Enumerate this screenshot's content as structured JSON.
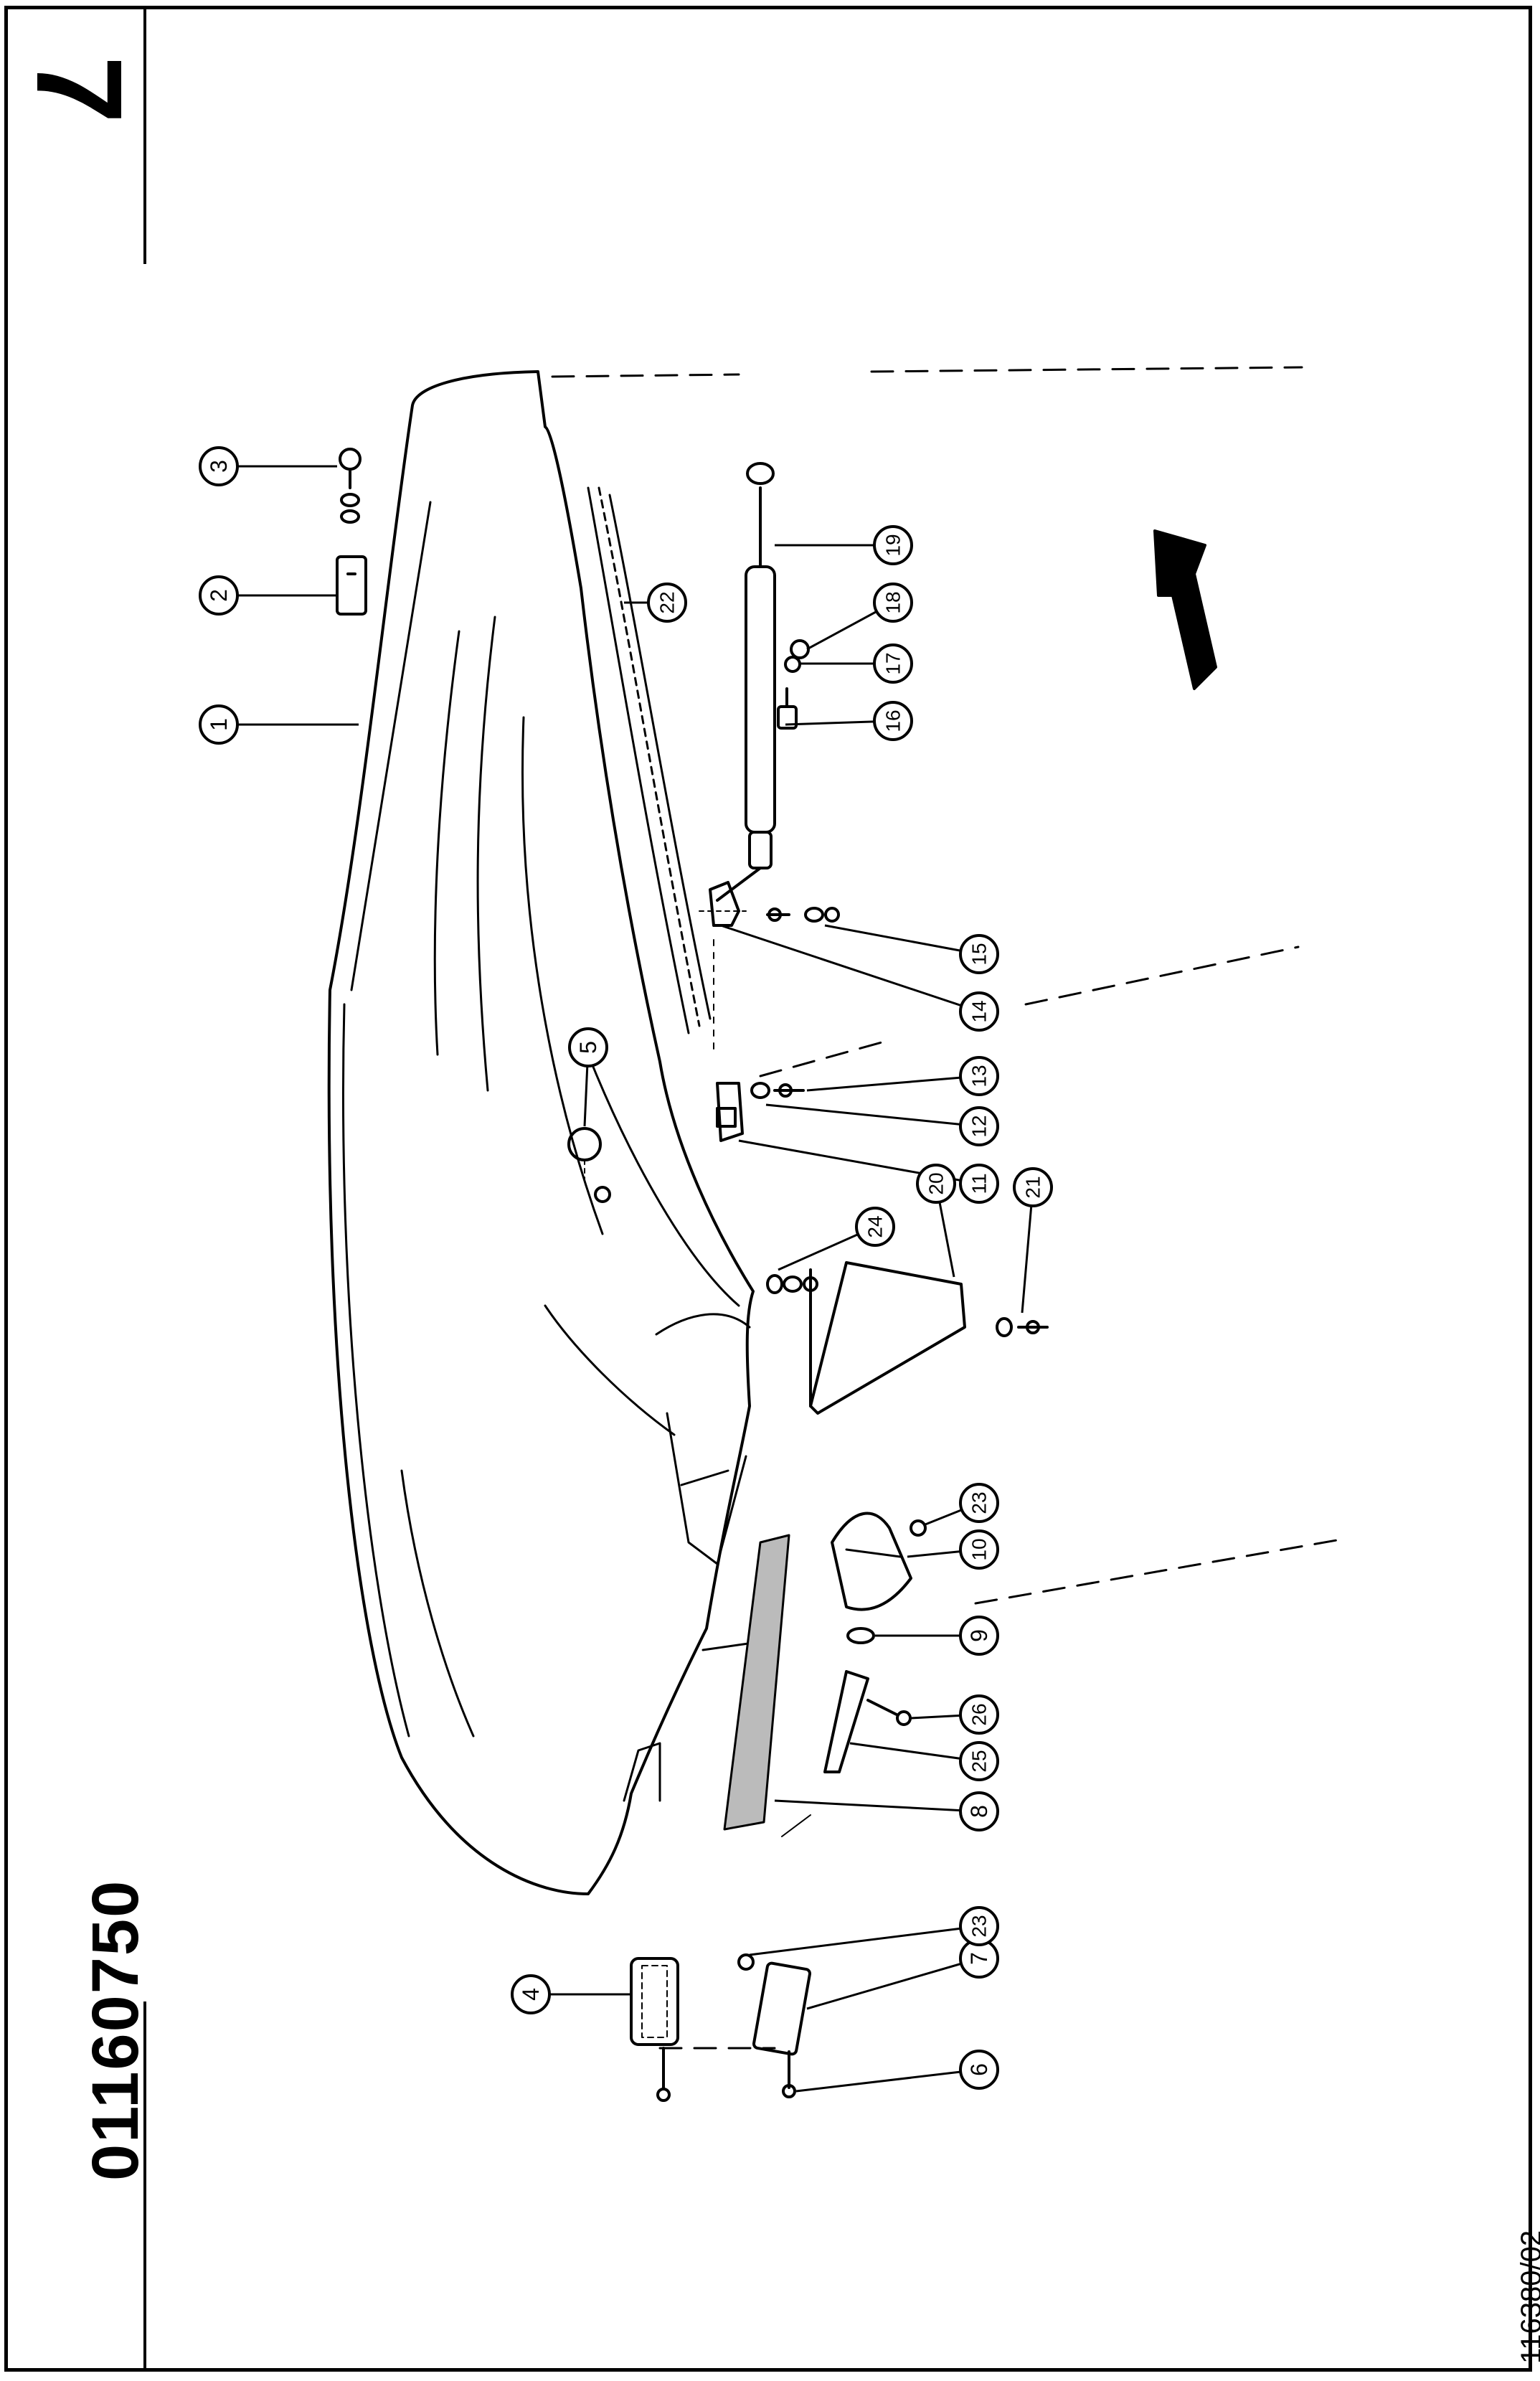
{
  "page_number": "7",
  "document_number": "01160750",
  "drawing_reference": "116380/02",
  "callouts": [
    {
      "id": "c1",
      "label": "1"
    },
    {
      "id": "c2",
      "label": "2"
    },
    {
      "id": "c3",
      "label": "3"
    },
    {
      "id": "c4",
      "label": "4"
    },
    {
      "id": "c5",
      "label": "5"
    },
    {
      "id": "c6",
      "label": "6"
    },
    {
      "id": "c7",
      "label": "7"
    },
    {
      "id": "c8",
      "label": "8"
    },
    {
      "id": "c9",
      "label": "9"
    },
    {
      "id": "c10",
      "label": "10"
    },
    {
      "id": "c11",
      "label": "11"
    },
    {
      "id": "c12",
      "label": "12"
    },
    {
      "id": "c13",
      "label": "13"
    },
    {
      "id": "c14",
      "label": "14"
    },
    {
      "id": "c15",
      "label": "15"
    },
    {
      "id": "c16",
      "label": "16"
    },
    {
      "id": "c17",
      "label": "17"
    },
    {
      "id": "c18",
      "label": "18"
    },
    {
      "id": "c19",
      "label": "19"
    },
    {
      "id": "c20",
      "label": "20"
    },
    {
      "id": "c21",
      "label": "21"
    },
    {
      "id": "c22",
      "label": "22"
    },
    {
      "id": "c23a",
      "label": "23"
    },
    {
      "id": "c23b",
      "label": "23"
    },
    {
      "id": "c24",
      "label": "24"
    },
    {
      "id": "c25",
      "label": "25"
    },
    {
      "id": "c26",
      "label": "26"
    }
  ]
}
